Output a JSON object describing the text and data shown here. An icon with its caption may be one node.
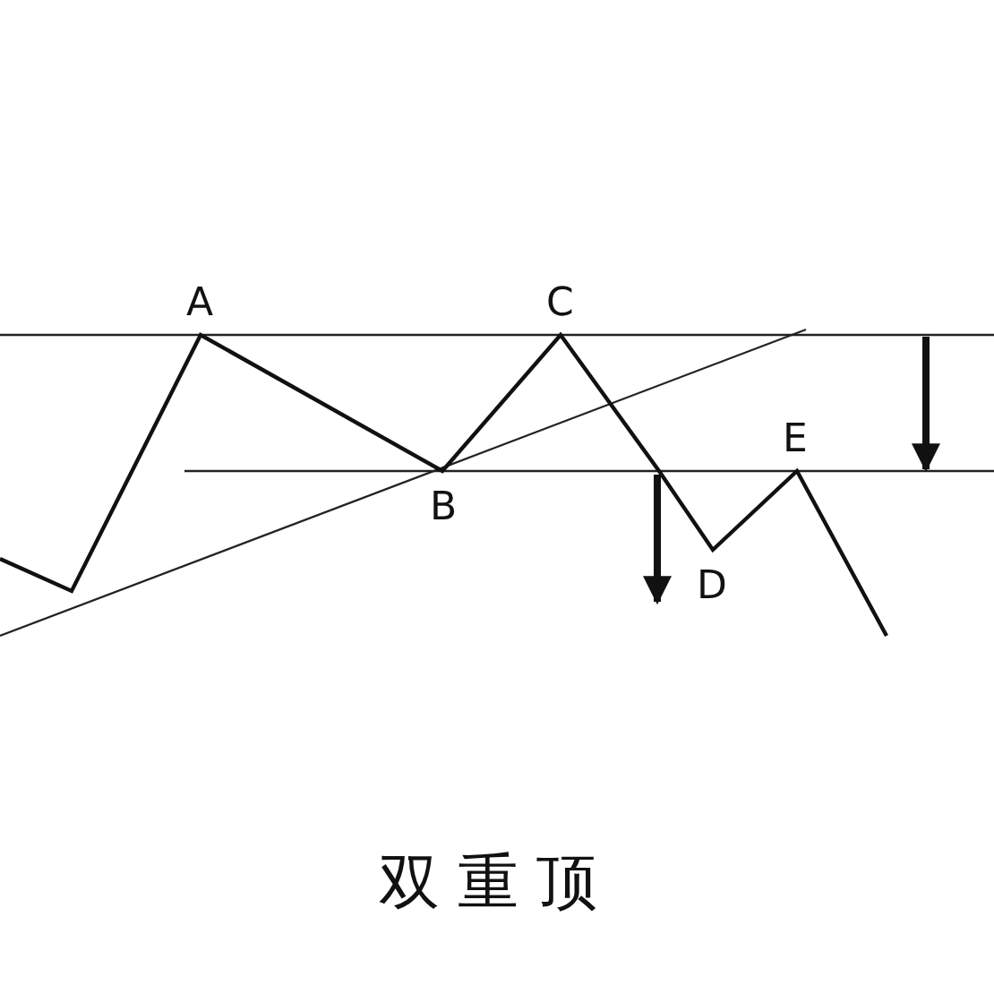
{
  "diagram": {
    "caption": "双重顶",
    "labels": [
      "A",
      "C",
      "E",
      "B",
      "D"
    ]
  }
}
